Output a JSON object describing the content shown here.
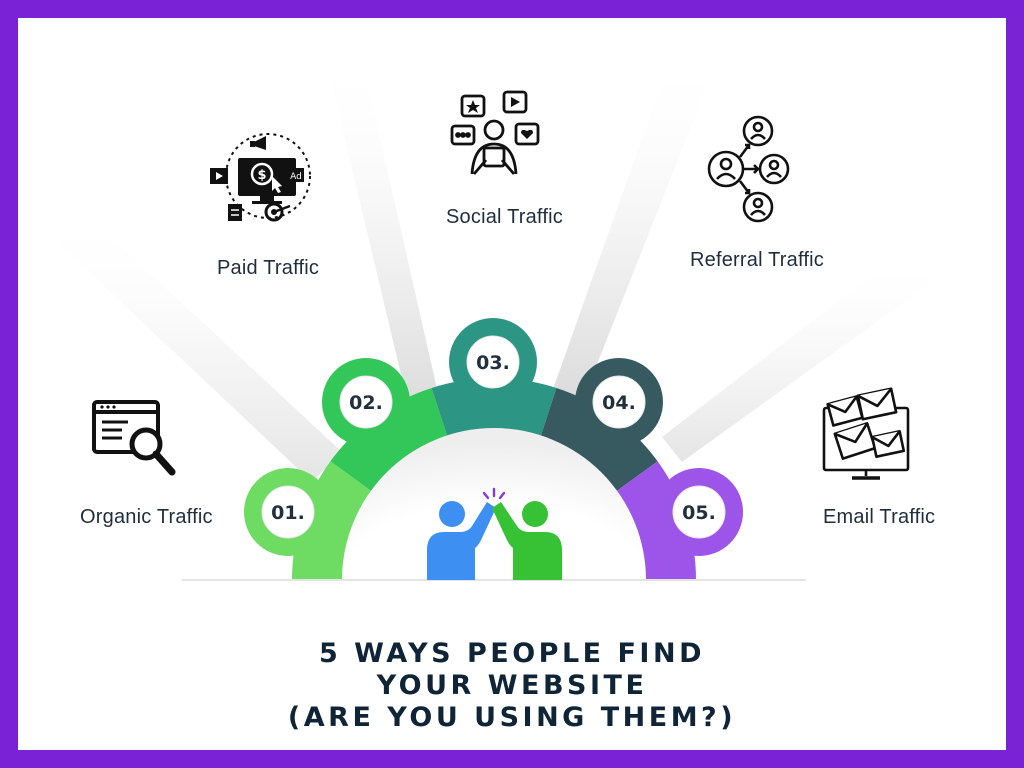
{
  "title": {
    "line1": "5 WAYS PEOPLE FIND",
    "line2": "YOUR WEBSITE",
    "line3": "(ARE YOU USING THEM?)"
  },
  "steps": [
    {
      "number": "01.",
      "label": "Organic Traffic",
      "color": "#6edb63",
      "icon": "search-page-icon"
    },
    {
      "number": "02.",
      "label": "Paid Traffic",
      "color": "#33c759",
      "icon": "paid-ads-icon"
    },
    {
      "number": "03.",
      "label": "Social Traffic",
      "color": "#2d9583",
      "icon": "social-media-icon"
    },
    {
      "number": "04.",
      "label": "Referral Traffic",
      "color": "#375a61",
      "icon": "referral-network-icon"
    },
    {
      "number": "05.",
      "label": "Email Traffic",
      "color": "#9c55e8",
      "icon": "email-monitor-icon"
    }
  ],
  "colors": {
    "frame": "#7a22d6",
    "person_left": "#3d8ff2",
    "person_right": "#36c234",
    "sparkle": "#8a35e0"
  }
}
